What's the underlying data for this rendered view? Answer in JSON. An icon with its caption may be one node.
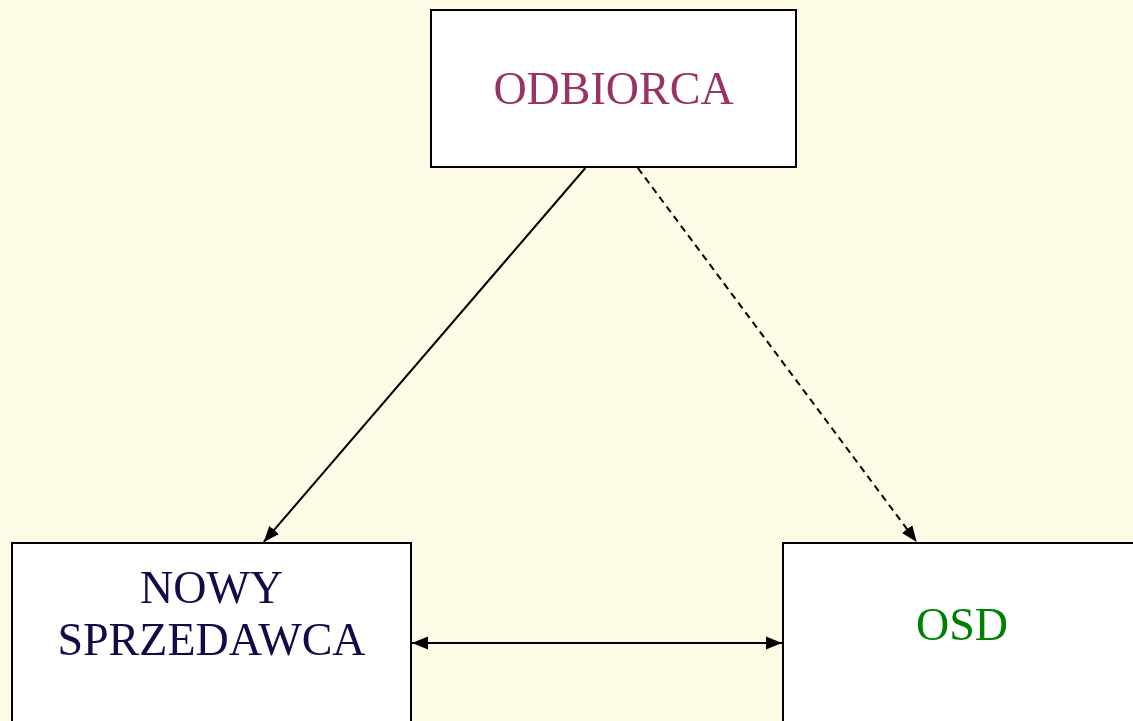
{
  "diagram": {
    "nodes": [
      {
        "text": [
          "ODBIORCA"
        ]
      },
      {
        "text": [
          "NOWY SPRZEDAWCA"
        ]
      },
      {
        "text": [
          "OSD"
        ]
      }
    ],
    "edges": [
      {
        "from": 0,
        "to": 1,
        "arrow": "to"
      },
      {
        "from": 0,
        "to": 2,
        "arrow": "to",
        "style": "dashed"
      },
      {
        "from": 1,
        "to": 2,
        "arrow": "both"
      }
    ]
  }
}
